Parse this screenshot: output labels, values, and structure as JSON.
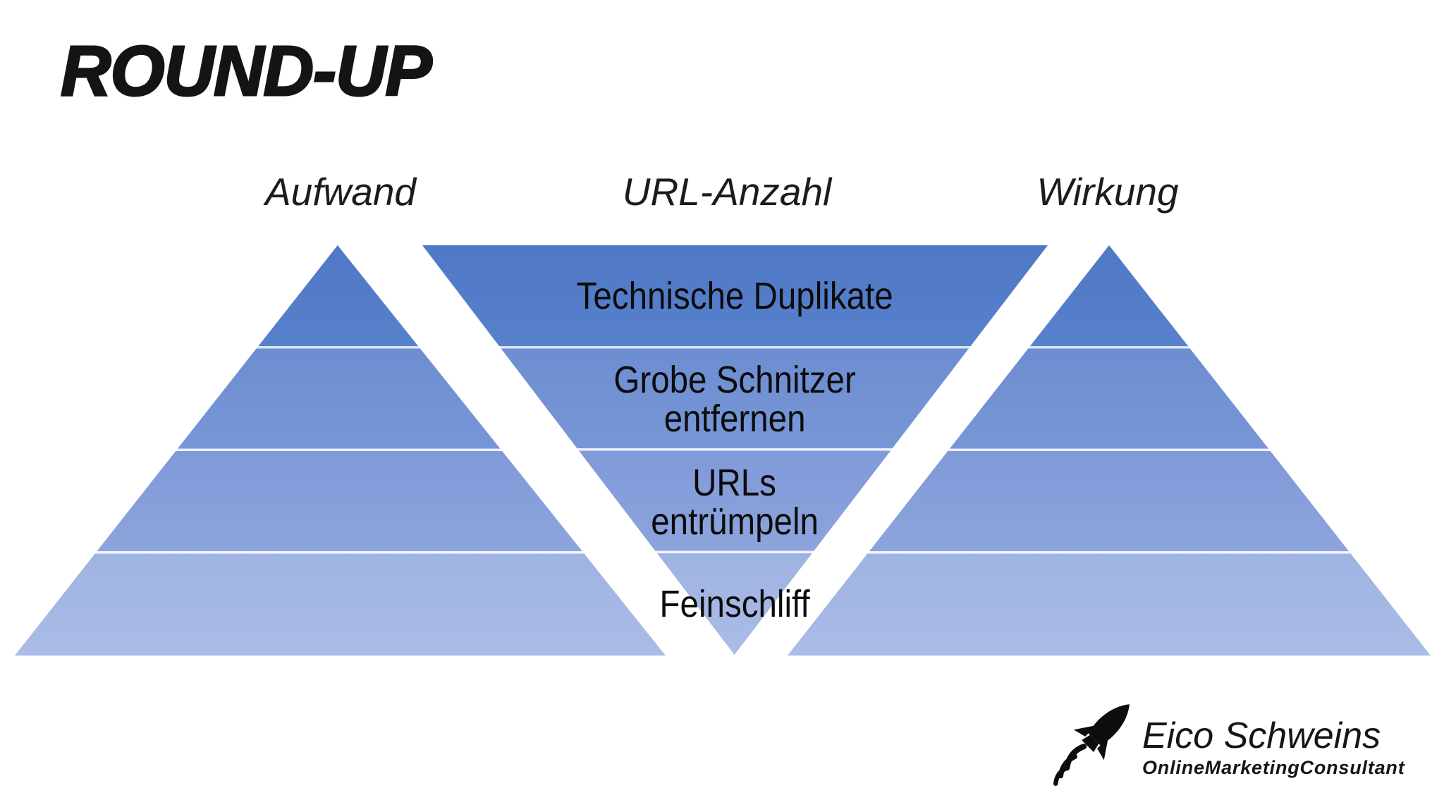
{
  "title": "ROUND-UP",
  "columns": [
    {
      "label": "Aufwand"
    },
    {
      "label": "URL-Anzahl"
    },
    {
      "label": "Wirkung"
    }
  ],
  "funnel": {
    "stages": [
      {
        "lines": [
          "Technische Duplikate"
        ]
      },
      {
        "lines": [
          "Grobe Schnitzer",
          "entfernen"
        ]
      },
      {
        "lines": [
          "URLs",
          "entrümpeln"
        ]
      },
      {
        "lines": [
          "Feinschliff"
        ]
      }
    ]
  },
  "logo": {
    "name": "Eico Schweins",
    "subtitle": "OnlineMarketingConsultant",
    "icon": "rocket-icon"
  },
  "colors": {
    "band1a": "#4f78c6",
    "band1b": "#5781cb",
    "line1": "#dbe5f4",
    "band2a": "#6c8dd1",
    "band2b": "#7897d7",
    "line2": "#edf1fa",
    "band3a": "#8099d8",
    "band3b": "#8da4dc",
    "line3": "#f3f6fc",
    "band4a": "#9fb3e2",
    "band4b": "#aabce7"
  }
}
